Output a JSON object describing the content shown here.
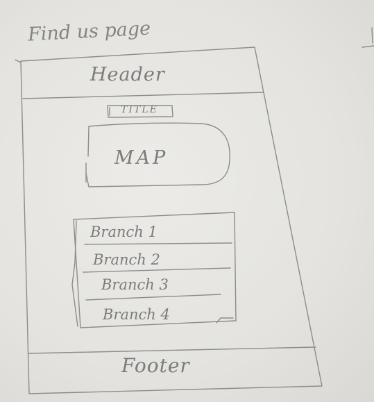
{
  "sheet": {
    "title": "Find us page"
  },
  "wireframe": {
    "header_label": "Header",
    "title_label": "TITLE",
    "map_label": "MAP",
    "branches": [
      {
        "label": "Branch 1"
      },
      {
        "label": "Branch 2"
      },
      {
        "label": "Branch 3"
      },
      {
        "label": "Branch 4"
      }
    ],
    "footer_label": "Footer"
  },
  "colors": {
    "paper": "#e7e6e3",
    "pencil": "#8c8c8c"
  }
}
